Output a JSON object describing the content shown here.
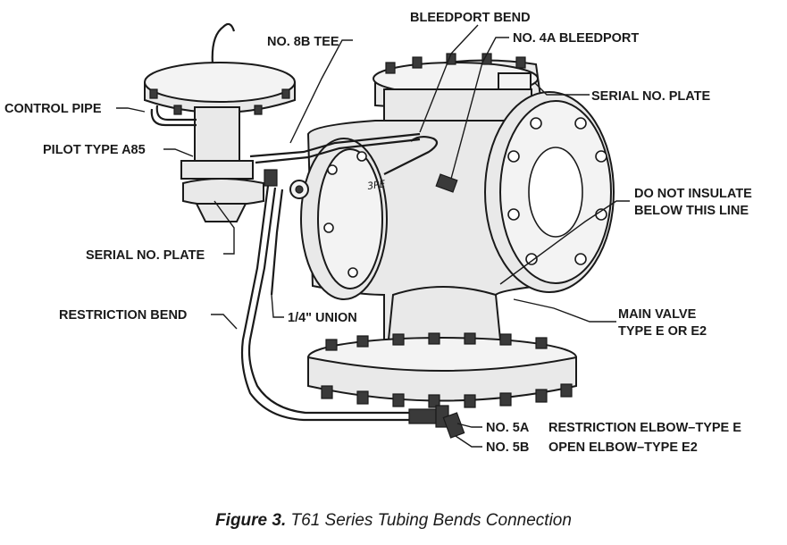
{
  "labels": {
    "bleedport_bend": "BLEEDPORT BEND",
    "no_8b_tee": "NO. 8B TEE",
    "no_4a_bleedport": "NO. 4A BLEEDPORT",
    "serial_plate_top": "SERIAL NO. PLATE",
    "control_pipe": "CONTROL PIPE",
    "pilot_type": "PILOT TYPE A85",
    "do_not_insulate_1": "DO NOT INSULATE",
    "do_not_insulate_2": "BELOW THIS LINE",
    "serial_plate_left": "SERIAL NO. PLATE",
    "restriction_bend": "RESTRICTION BEND",
    "union": "1/4\" UNION",
    "main_valve_1": "MAIN VALVE",
    "main_valve_2": "TYPE E OR E2",
    "no_5a": "NO. 5A",
    "no_5a_desc": "RESTRICTION ELBOW–TYPE E",
    "no_5b": "NO. 5B",
    "no_5b_desc": "OPEN ELBOW–TYPE E2"
  },
  "caption": {
    "prefix": "Figure 3.",
    "text": "T61 Series Tubing Bends Connection"
  }
}
